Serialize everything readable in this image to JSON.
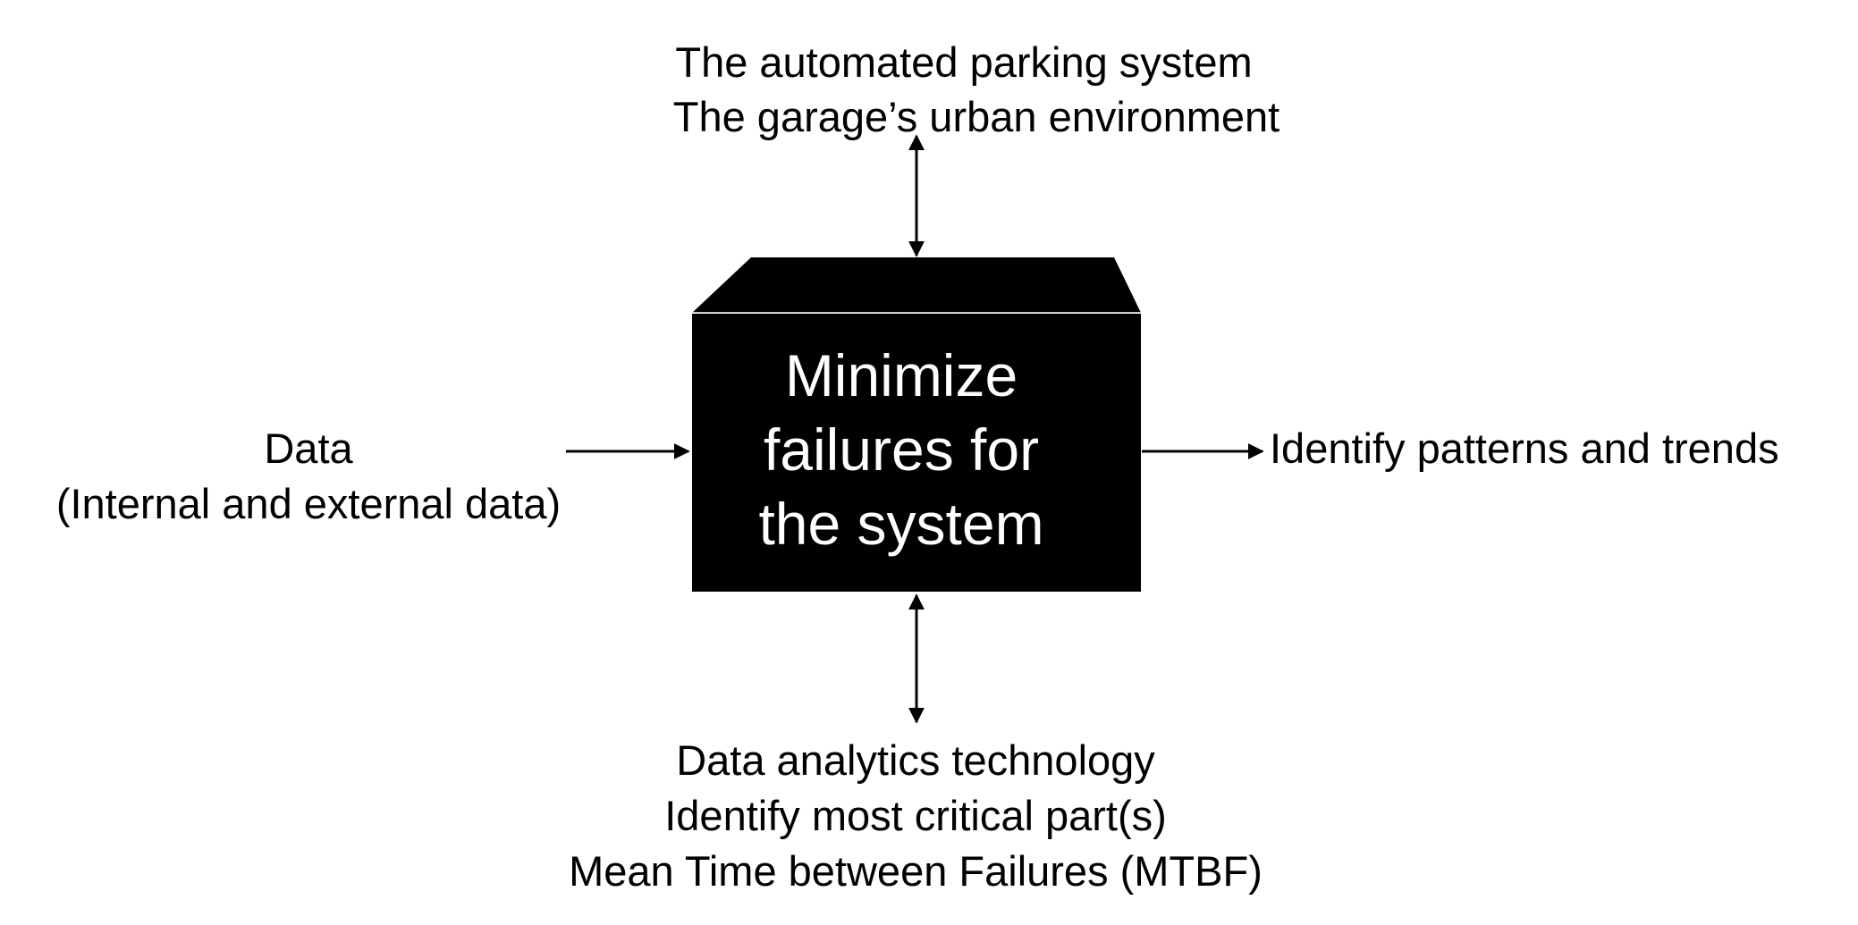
{
  "process": {
    "lines": [
      "Minimize",
      "failures for",
      "the system"
    ]
  },
  "control": {
    "lines": [
      "The automated parking system",
      "The garage’s urban environment"
    ]
  },
  "input": {
    "lines": [
      "Data",
      "(Internal and external data)"
    ]
  },
  "output": {
    "lines": [
      "Identify patterns and trends"
    ]
  },
  "mechanism": {
    "lines": [
      "Data analytics technology",
      "Identify most critical part(s)",
      "Mean Time between Failures (MTBF)"
    ]
  },
  "colors": {
    "box_fill": "#000000",
    "box_text": "#ffffff",
    "arrow": "#000000",
    "text": "#000000"
  }
}
